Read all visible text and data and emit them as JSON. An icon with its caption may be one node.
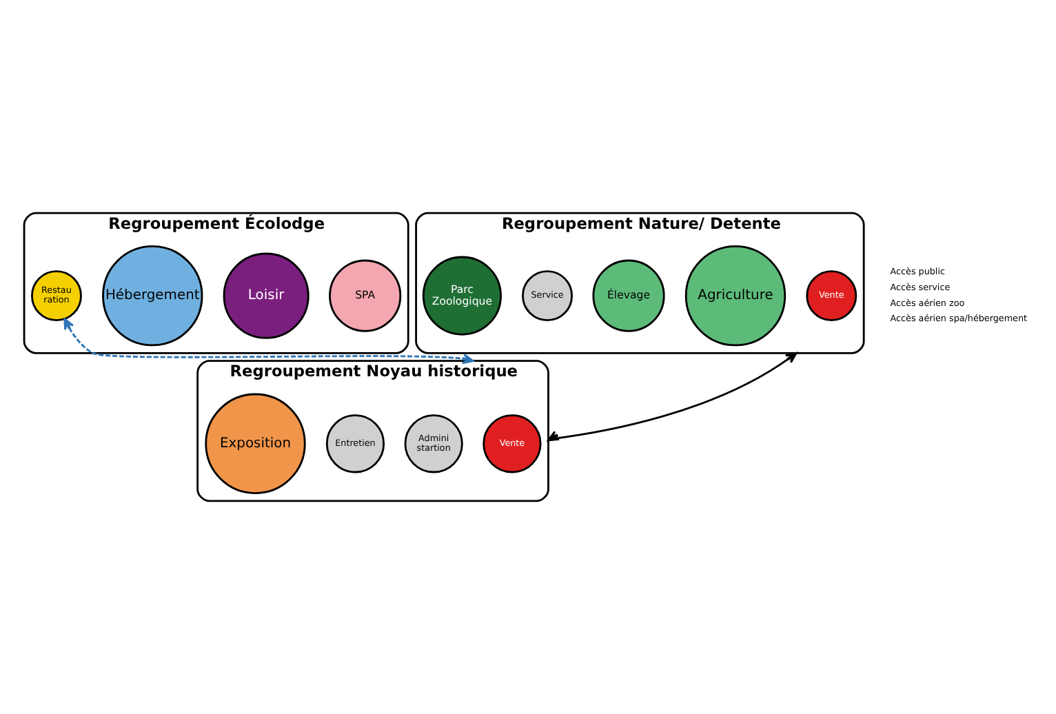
{
  "diagram": {
    "nodes": [
      {
        "text": [
          "Regroupement Écolodge"
        ]
      },
      {
        "text": [
          "SPA"
        ],
        "in": 0
      },
      {
        "text": [
          "Loisir"
        ],
        "in": 0
      },
      {
        "text": [
          "Hébergement"
        ],
        "in": 0
      },
      {
        "text": [
          "Restau ration"
        ],
        "in": 0
      },
      {
        "text": [
          "Regroupement Nature/ Detente"
        ]
      },
      {
        "text": [
          "Vente"
        ],
        "in": 5
      },
      {
        "text": [
          "Agriculture"
        ],
        "in": 5
      },
      {
        "text": [
          "Élevage"
        ],
        "in": 5
      },
      {
        "text": [
          "Service"
        ],
        "in": 5
      },
      {
        "text": [
          "Parc Zoologique"
        ],
        "in": 5
      },
      {
        "text": [
          "Regroupement Noyau historique"
        ]
      },
      {
        "text": [
          "Vente"
        ],
        "in": 11
      },
      {
        "text": [
          "Admini startion"
        ],
        "in": 11
      },
      {
        "text": [
          "Entretien"
        ],
        "in": 11
      },
      {
        "text": [
          "Exposition"
        ],
        "in": 11
      }
    ],
    "edges": [
      {
        "from": 4,
        "to": 11,
        "arrow": "both",
        "style": "dashed",
        "color": "#2e75b6"
      },
      {
        "from": 5,
        "to": 11,
        "arrow": "both",
        "color": "#000000"
      }
    ],
    "legend": [
      {
        "text": "Accès public"
      },
      {
        "text": "Accès service"
      },
      {
        "text": "Accès aérien zoo"
      },
      {
        "text": "Accès aérien spa/hébergement"
      }
    ]
  }
}
